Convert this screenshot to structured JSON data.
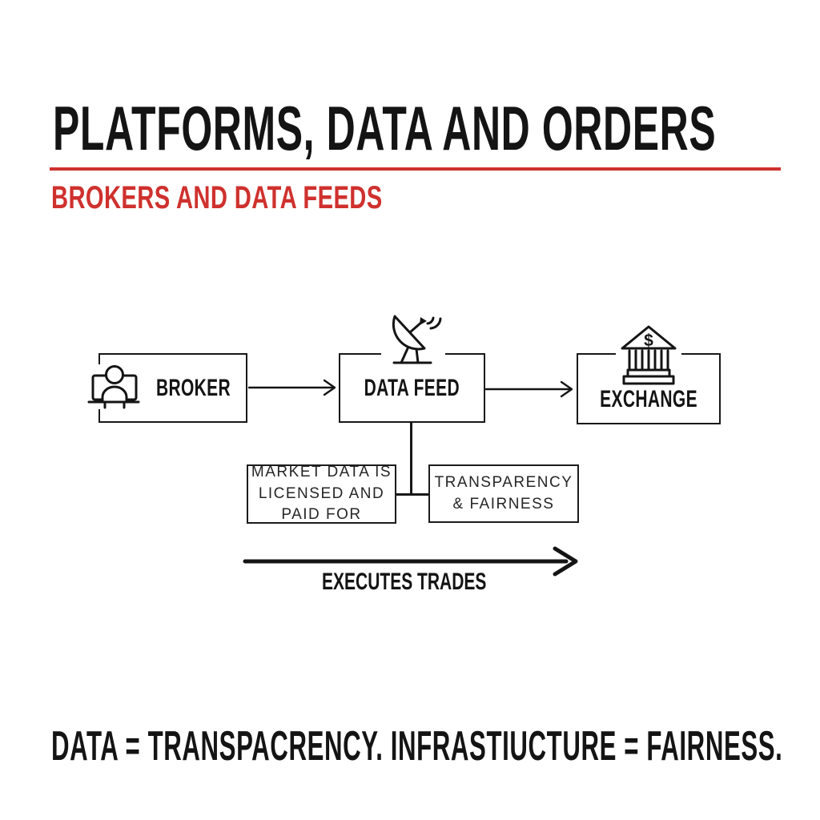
{
  "page": {
    "background": "#ffffff",
    "ink": "#141414",
    "accent_red": "#cf312e"
  },
  "header": {
    "title": "PLATFORMS, DATA AND ORDERS",
    "subtitle": "BROKERS AND DATA FEEDS"
  },
  "diagram": {
    "nodes": [
      {
        "label": "BROKER",
        "icon": "person-at-desk-icon"
      },
      {
        "label": "DATA FEED",
        "icon": "satellite-dish-icon"
      },
      {
        "label": "EXCHANGE",
        "icon": "bank-building-icon",
        "icon_symbol": "$"
      }
    ],
    "callouts": [
      {
        "lines": [
          "MARKET DATA IS",
          "LICENSED AND",
          "PAID FOR"
        ]
      },
      {
        "lines": [
          "TRANSPARENCY",
          "& FAIRNESS"
        ]
      }
    ],
    "flow_label": "EXECUTES TRADES"
  },
  "footer": {
    "statement": "DATA = TRANSPACRENCY. INFRASTIUCTURE = FAIRNESS."
  }
}
